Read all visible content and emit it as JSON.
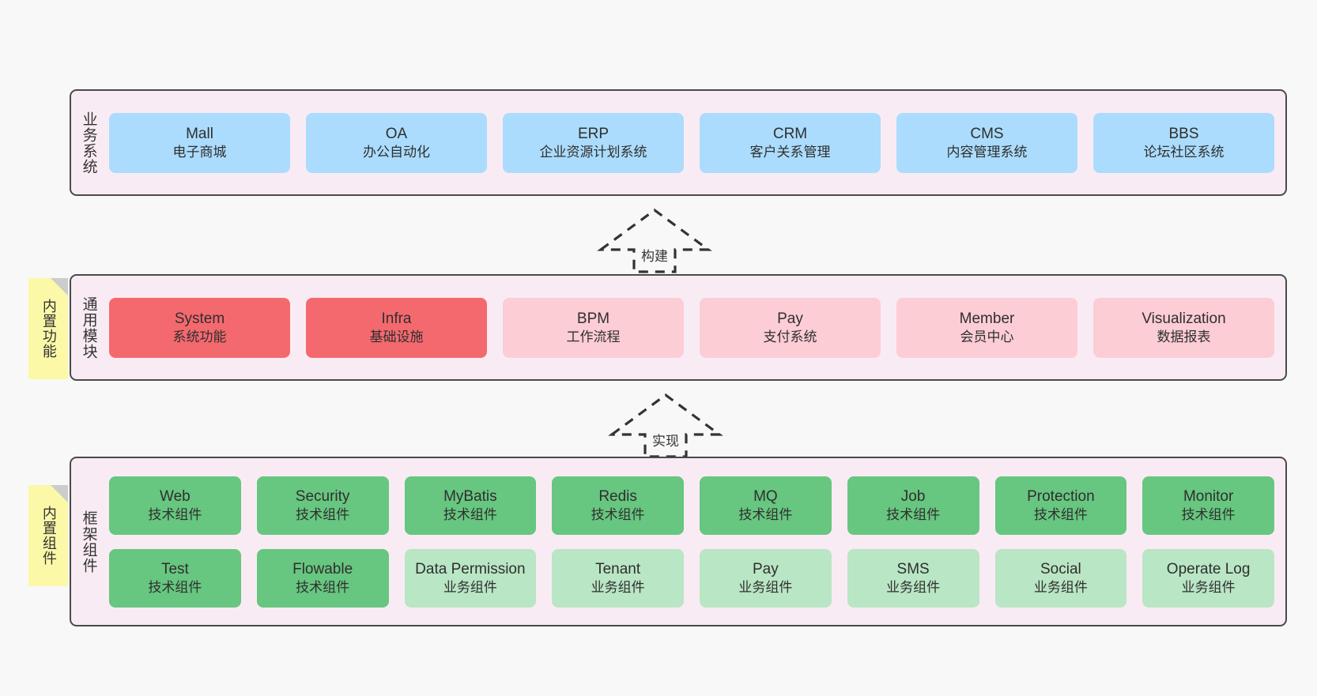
{
  "diagram": {
    "background_color": "#f8f8f8",
    "container_color": "#f9ebf4",
    "border_color": "#4a4a4a"
  },
  "layers": [
    {
      "id": "business-system",
      "title": "业务系统",
      "box_color": "#abdcfd",
      "rows": [
        {
          "boxes": [
            {
              "name": "Mall",
              "desc": "电子商城",
              "color": "#abdcfd"
            },
            {
              "name": "OA",
              "desc": "办公自动化",
              "color": "#abdcfd"
            },
            {
              "name": "ERP",
              "desc": "企业资源计划系统",
              "color": "#abdcfd"
            },
            {
              "name": "CRM",
              "desc": "客户关系管理",
              "color": "#abdcfd"
            },
            {
              "name": "CMS",
              "desc": "内容管理系统",
              "color": "#abdcfd"
            },
            {
              "name": "BBS",
              "desc": "论坛社区系统",
              "color": "#abdcfd"
            }
          ]
        }
      ]
    },
    {
      "id": "common-module",
      "title": "通用模块",
      "note": "内置功能",
      "rows": [
        {
          "boxes": [
            {
              "name": "System",
              "desc": "系统功能",
              "color": "#f4696e"
            },
            {
              "name": "Infra",
              "desc": "基础设施",
              "color": "#f4696e"
            },
            {
              "name": "BPM",
              "desc": "工作流程",
              "color": "#fccdd5"
            },
            {
              "name": "Pay",
              "desc": "支付系统",
              "color": "#fccdd5"
            },
            {
              "name": "Member",
              "desc": "会员中心",
              "color": "#fccdd5"
            },
            {
              "name": "Visualization",
              "desc": "数据报表",
              "color": "#fccdd5"
            }
          ]
        }
      ]
    },
    {
      "id": "framework-component",
      "title": "框架组件",
      "note": "内置组件",
      "rows": [
        {
          "boxes": [
            {
              "name": "Web",
              "desc": "技术组件",
              "color": "#67c67f"
            },
            {
              "name": "Security",
              "desc": "技术组件",
              "color": "#67c67f"
            },
            {
              "name": "MyBatis",
              "desc": "技术组件",
              "color": "#67c67f"
            },
            {
              "name": "Redis",
              "desc": "技术组件",
              "color": "#67c67f"
            },
            {
              "name": "MQ",
              "desc": "技术组件",
              "color": "#67c67f"
            },
            {
              "name": "Job",
              "desc": "技术组件",
              "color": "#67c67f"
            },
            {
              "name": "Protection",
              "desc": "技术组件",
              "color": "#67c67f"
            },
            {
              "name": "Monitor",
              "desc": "技术组件",
              "color": "#67c67f"
            }
          ]
        },
        {
          "boxes": [
            {
              "name": "Test",
              "desc": "技术组件",
              "color": "#67c67f"
            },
            {
              "name": "Flowable",
              "desc": "技术组件",
              "color": "#67c67f"
            },
            {
              "name": "Data Permission",
              "desc": "业务组件",
              "color": "#b9e6c4"
            },
            {
              "name": "Tenant",
              "desc": "业务组件",
              "color": "#b9e6c4"
            },
            {
              "name": "Pay",
              "desc": "业务组件",
              "color": "#b9e6c4"
            },
            {
              "name": "SMS",
              "desc": "业务组件",
              "color": "#b9e6c4"
            },
            {
              "name": "Social",
              "desc": "业务组件",
              "color": "#b9e6c4"
            },
            {
              "name": "Operate Log",
              "desc": "业务组件",
              "color": "#b9e6c4"
            }
          ]
        }
      ]
    }
  ],
  "arrows": [
    {
      "id": "arrow-build",
      "label": "构建",
      "direction": "up",
      "style": "dashed-open"
    },
    {
      "id": "arrow-implement",
      "label": "实现",
      "direction": "up",
      "style": "dashed-open"
    }
  ]
}
